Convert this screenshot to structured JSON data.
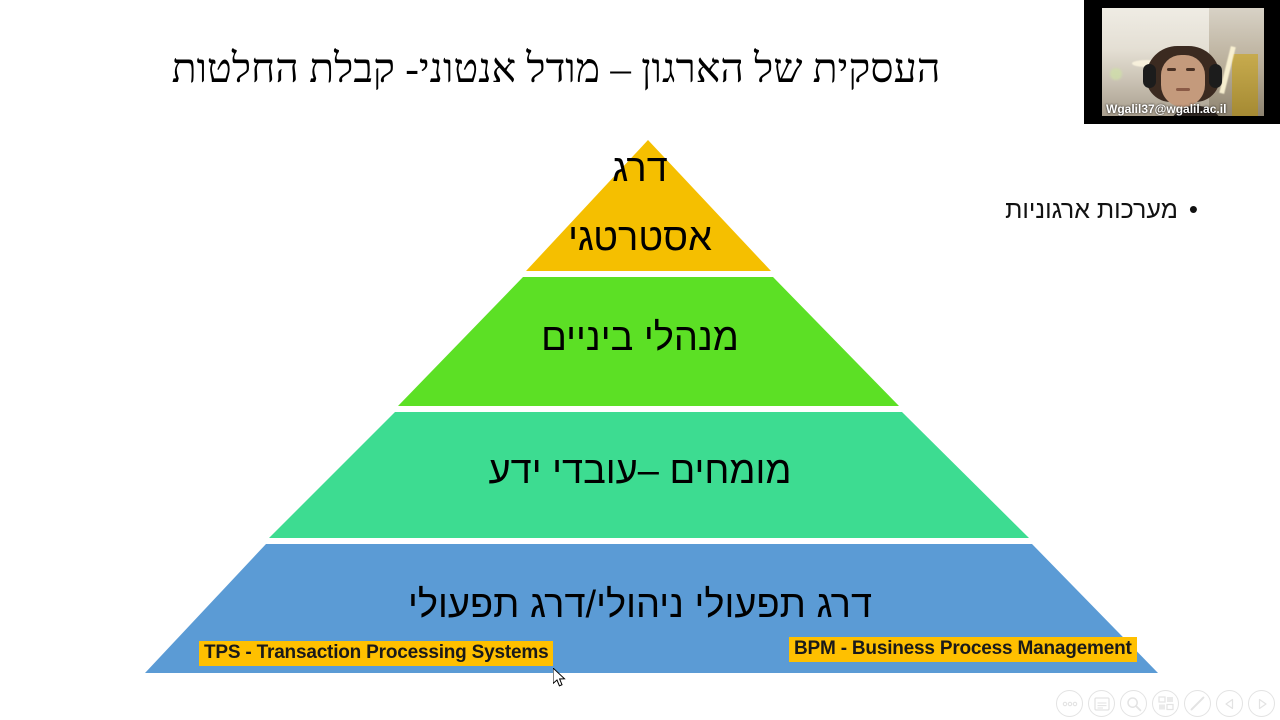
{
  "slide": {
    "title": "העסקית של הארגון – מודל אנטוני- קבלת החלטות",
    "bullet": {
      "marker": "•",
      "text": "מערכות ארגוניות"
    }
  },
  "pyramid": {
    "tiers": [
      {
        "name": "strategic",
        "label_line1": "דרג",
        "label_line2": "אסטרטגי",
        "color": "#F5BF00"
      },
      {
        "name": "middle-management",
        "label": "מנהלי ביניים",
        "color": "#5CE025"
      },
      {
        "name": "experts-knowledge-workers",
        "label": "מומחים –עובדי ידע",
        "color": "#3DDC91"
      },
      {
        "name": "operational",
        "label": "דרג תפעולי ניהולי/דרג תפעולי",
        "color": "#5B9BD5"
      }
    ],
    "callouts": [
      {
        "name": "tps",
        "text": "TPS - Transaction Processing Systems",
        "highlight": "#FFC000"
      },
      {
        "name": "bpm",
        "text": "BPM - Business Process Management",
        "highlight": "#FFC000"
      }
    ]
  },
  "webcam": {
    "participant_label": "Wgalil37@wgalil.ac.il"
  },
  "toolbar": {
    "buttons": [
      {
        "name": "more-options",
        "icon": "ellipsis-icon",
        "title": "More options"
      },
      {
        "name": "slide-view",
        "icon": "slide-icon",
        "title": "Slide view"
      },
      {
        "name": "zoom",
        "icon": "magnifier-icon",
        "title": "Zoom"
      },
      {
        "name": "thumbnails",
        "icon": "grid-icon",
        "title": "All slides"
      },
      {
        "name": "annotate",
        "icon": "pen-icon",
        "title": "Pen / annotate"
      },
      {
        "name": "previous",
        "icon": "chevron-left-icon",
        "title": "Previous slide"
      },
      {
        "name": "next",
        "icon": "chevron-right-icon",
        "title": "Next slide"
      }
    ]
  }
}
